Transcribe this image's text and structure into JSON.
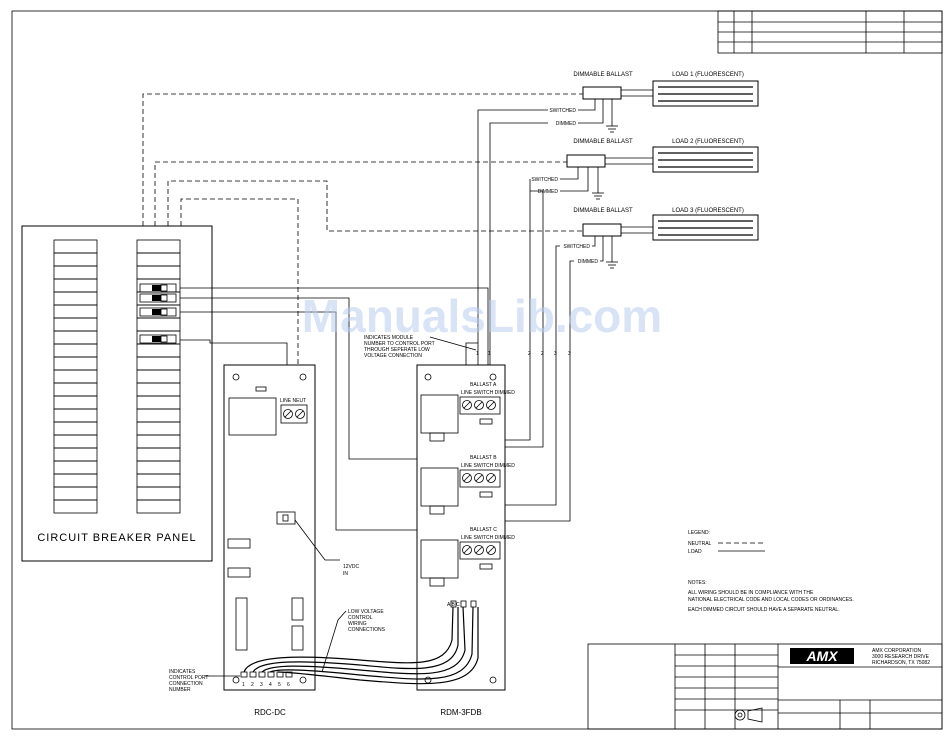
{
  "watermark": "ManualsLib.com",
  "panel": {
    "label": "CIRCUIT BREAKER PANEL"
  },
  "rdc": {
    "label": "RDC-DC",
    "terminal_label": "LINE NEUT",
    "power_label_1": "12VDC",
    "power_label_2": "IN",
    "port_numbers": [
      "1",
      "2",
      "3",
      "4",
      "5",
      "6"
    ]
  },
  "rdm": {
    "label": "RDM-3FDB",
    "ballasts": [
      {
        "title": "BALLAST A",
        "terminals": "LINE SWITCH DIMMED"
      },
      {
        "title": "BALLAST B",
        "terminals": "LINE SWITCH DIMMED"
      },
      {
        "title": "BALLAST C",
        "terminals": "LINE SWITCH DIMMED"
      }
    ],
    "port_letters": "A B C"
  },
  "loads": [
    {
      "ballast_label": "DIMMABLE BALLAST",
      "load_label": "LOAD 1 (FLUORESCENT)",
      "switched": "SWITCHED",
      "dimmed": "DIMMED"
    },
    {
      "ballast_label": "DIMMABLE BALLAST",
      "load_label": "LOAD 2 (FLUORESCENT)",
      "switched": "SWITCHED",
      "dimmed": "DIMMED"
    },
    {
      "ballast_label": "DIMMABLE BALLAST",
      "load_label": "LOAD 3 (FLUORESCENT)",
      "switched": "SWITCHED",
      "dimmed": "DIMMED"
    }
  ],
  "wire_numbers": [
    "1",
    "1",
    "2",
    "2",
    "3",
    "3"
  ],
  "annotations": {
    "module_note": [
      "INDICATES MODULE",
      "NUMBER TO CONTROL PORT",
      "THROUGH SEPERATE LOW",
      "VOLTAGE CONNECTION"
    ],
    "port_note": [
      "INDICATES",
      "CONTROL PORT",
      "CONNECTION",
      "NUMBER"
    ],
    "low_voltage_note": [
      "LOW VOLTAGE",
      "CONTROL",
      "WIRING",
      "CONNECTIONS"
    ]
  },
  "legend": {
    "title": "LEGEND:",
    "neutral": "NEUTRAL",
    "load": "LOAD"
  },
  "notes": {
    "title": "NOTES:",
    "lines": [
      "ALL WIRING SHOULD BE IN COMPLIANCE WITH THE",
      "NATIONAL ELECTRICAL CODE AND LOCAL CODES OR ORDINANCES.",
      "EACH DIMMED CIRCUIT SHOULD HAVE A SEPARATE NEUTRAL."
    ]
  },
  "title_block": {
    "logo": "AMX",
    "company": [
      "AMX CORPORATION",
      "3000 RESEARCH DRIVE",
      "RICHARDSON, TX 75082"
    ]
  }
}
